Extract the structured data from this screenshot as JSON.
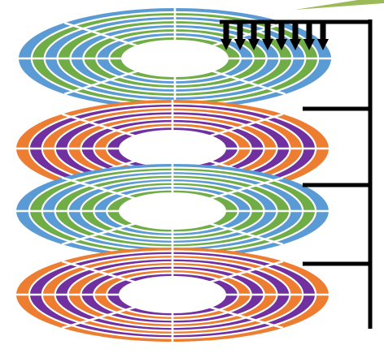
{
  "diagram": {
    "platters": [
      {
        "name": "platter-1",
        "colors": [
          "#5b9bd5",
          "#70ad47"
        ]
      },
      {
        "name": "platter-2",
        "colors": [
          "#ed7d31",
          "#7030a0"
        ]
      },
      {
        "name": "platter-3",
        "colors": [
          "#5b9bd5",
          "#70ad47"
        ]
      },
      {
        "name": "platter-4",
        "colors": [
          "#ed7d31",
          "#7030a0"
        ]
      }
    ],
    "spoke_count": 8,
    "head_count": 8,
    "corner_shape_color": "#9bbb59",
    "arm_color": "#000000",
    "divider_color": "#ffffff"
  }
}
